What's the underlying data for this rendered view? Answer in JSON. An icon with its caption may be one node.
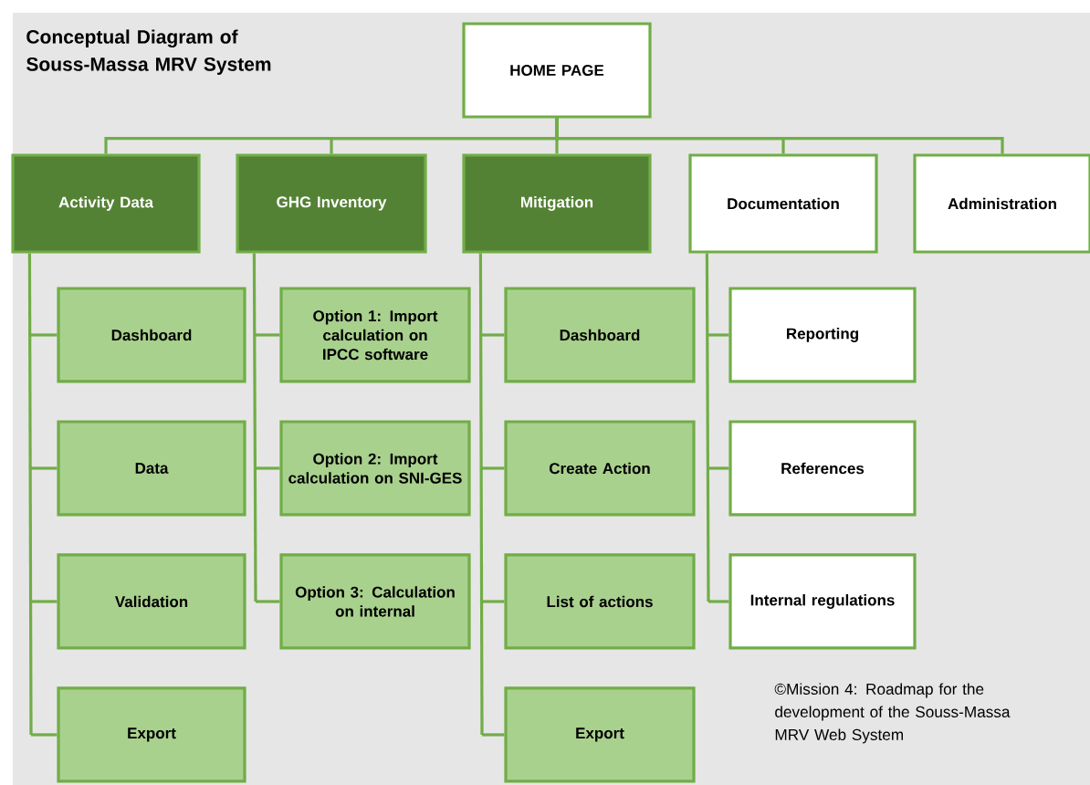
{
  "diagram": {
    "title": "Conceptual Diagram of Souss-Massa MRV System",
    "caption": "©Mission 4: Roadmap for the development of the Souss-Massa MRV Web System",
    "nodes": [
      {
        "text": [
          "HOME PAGE"
        ]
      },
      {
        "text": [
          "Activity Data"
        ]
      },
      {
        "text": [
          "GHG Inventory"
        ]
      },
      {
        "text": [
          "Mitigation"
        ]
      },
      {
        "text": [
          "Documentation"
        ]
      },
      {
        "text": [
          "Administration"
        ]
      },
      {
        "text": [
          "Dashboard"
        ]
      },
      {
        "text": [
          "Data"
        ]
      },
      {
        "text": [
          "Validation"
        ]
      },
      {
        "text": [
          "Export"
        ]
      },
      {
        "text": [
          "Option 1: Import calculation on IPCC software"
        ]
      },
      {
        "text": [
          "Option 2: Import calculation on SNI-GES"
        ]
      },
      {
        "text": [
          "Option 3: Calculation on internal"
        ]
      },
      {
        "text": [
          "Dashboard"
        ]
      },
      {
        "text": [
          "Create Action"
        ]
      },
      {
        "text": [
          "List of actions"
        ]
      },
      {
        "text": [
          "Export"
        ]
      },
      {
        "text": [
          "Reporting"
        ]
      },
      {
        "text": [
          "References"
        ]
      },
      {
        "text": [
          "Internal regulations"
        ]
      }
    ],
    "edges": [
      {
        "from": 0,
        "to": 1,
        "arrow": "none"
      },
      {
        "from": 0,
        "to": 2,
        "arrow": "none"
      },
      {
        "from": 0,
        "to": 3,
        "arrow": "none"
      },
      {
        "from": 0,
        "to": 4,
        "arrow": "none"
      },
      {
        "from": 0,
        "to": 5,
        "arrow": "none"
      },
      {
        "from": 1,
        "to": 6,
        "arrow": "none"
      },
      {
        "from": 1,
        "to": 7,
        "arrow": "none"
      },
      {
        "from": 1,
        "to": 8,
        "arrow": "none"
      },
      {
        "from": 1,
        "to": 9,
        "arrow": "none"
      },
      {
        "from": 2,
        "to": 10,
        "arrow": "none"
      },
      {
        "from": 2,
        "to": 11,
        "arrow": "none"
      },
      {
        "from": 2,
        "to": 12,
        "arrow": "none"
      },
      {
        "from": 3,
        "to": 13,
        "arrow": "none"
      },
      {
        "from": 3,
        "to": 14,
        "arrow": "none"
      },
      {
        "from": 3,
        "to": 15,
        "arrow": "none"
      },
      {
        "from": 3,
        "to": 16,
        "arrow": "none"
      },
      {
        "from": 4,
        "to": 17,
        "arrow": "none"
      },
      {
        "from": 4,
        "to": 18,
        "arrow": "none"
      },
      {
        "from": 4,
        "to": 19,
        "arrow": "none"
      }
    ]
  }
}
